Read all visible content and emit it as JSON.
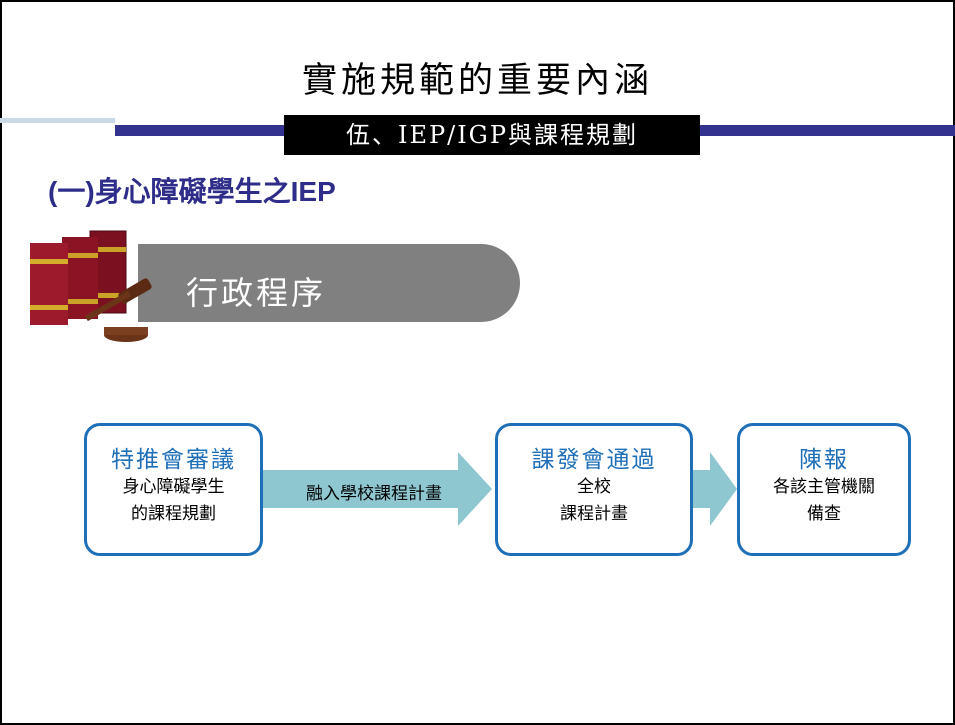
{
  "slide": {
    "title": "實施規範的重要內涵",
    "subtitle": "伍、IEP/IGP與課程規劃",
    "section_heading": "(一)身心障礙學生之IEP",
    "banner": "行政程序"
  },
  "flow": {
    "step1": {
      "title": "特推會審議",
      "line1": "身心障礙學生",
      "line2": "的課程規劃"
    },
    "connector1": "融入學校課程計畫",
    "step2": {
      "title": "課發會通過",
      "line1": "全校",
      "line2": "課程計畫"
    },
    "step3": {
      "title": "陳報",
      "line1": "各該主管機關",
      "line2": "備查"
    }
  },
  "colors": {
    "heading": "#2e2e8a",
    "box_border": "#1f6fb8",
    "arrow": "#8fc7d1",
    "band": "#33338f",
    "pill": "#808080"
  }
}
